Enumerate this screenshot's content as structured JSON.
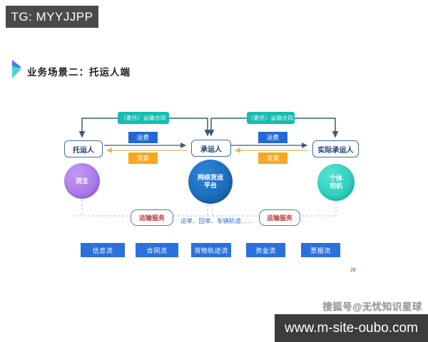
{
  "badge": {
    "text": "TG: MYYJJPP"
  },
  "title": {
    "text": "业务场景二：托运人端"
  },
  "page_number": "28",
  "watermark": "搜狐号@无忧知识星球",
  "site_bar": "www.m-site-oubo.com",
  "diagram": {
    "contract_left": "（委托）运输合同",
    "contract_right": "（委托）运输合同",
    "entity_shipper": "托运人",
    "entity_carrier": "承运人",
    "entity_actual_carrier": "实际承运人",
    "fee_left": "运费",
    "invoice_left": "发票",
    "fee_right": "运费",
    "invoice_right": "发票",
    "actor_cargo_owner": "货主",
    "actor_platform": "网络货运平台",
    "actor_driver": "个体司机",
    "service_left": "运输服务",
    "service_right": "运输服务",
    "note": "运单、回单、车辆轨迹……",
    "flows": [
      "信息流",
      "合同流",
      "货物轨迹流",
      "资金流",
      "票据流"
    ]
  },
  "colors": {
    "contract_pill": "#14bdb0",
    "fee_label": "#2468d4",
    "invoice_label": "#f7a823",
    "flow_button": "#2b71dc",
    "circle_owner": "#a879e8",
    "circle_platform": "#1568b8",
    "circle_driver": "#2bd0c0",
    "line": "#3c5a7d",
    "return_line": "#e2b95f"
  }
}
